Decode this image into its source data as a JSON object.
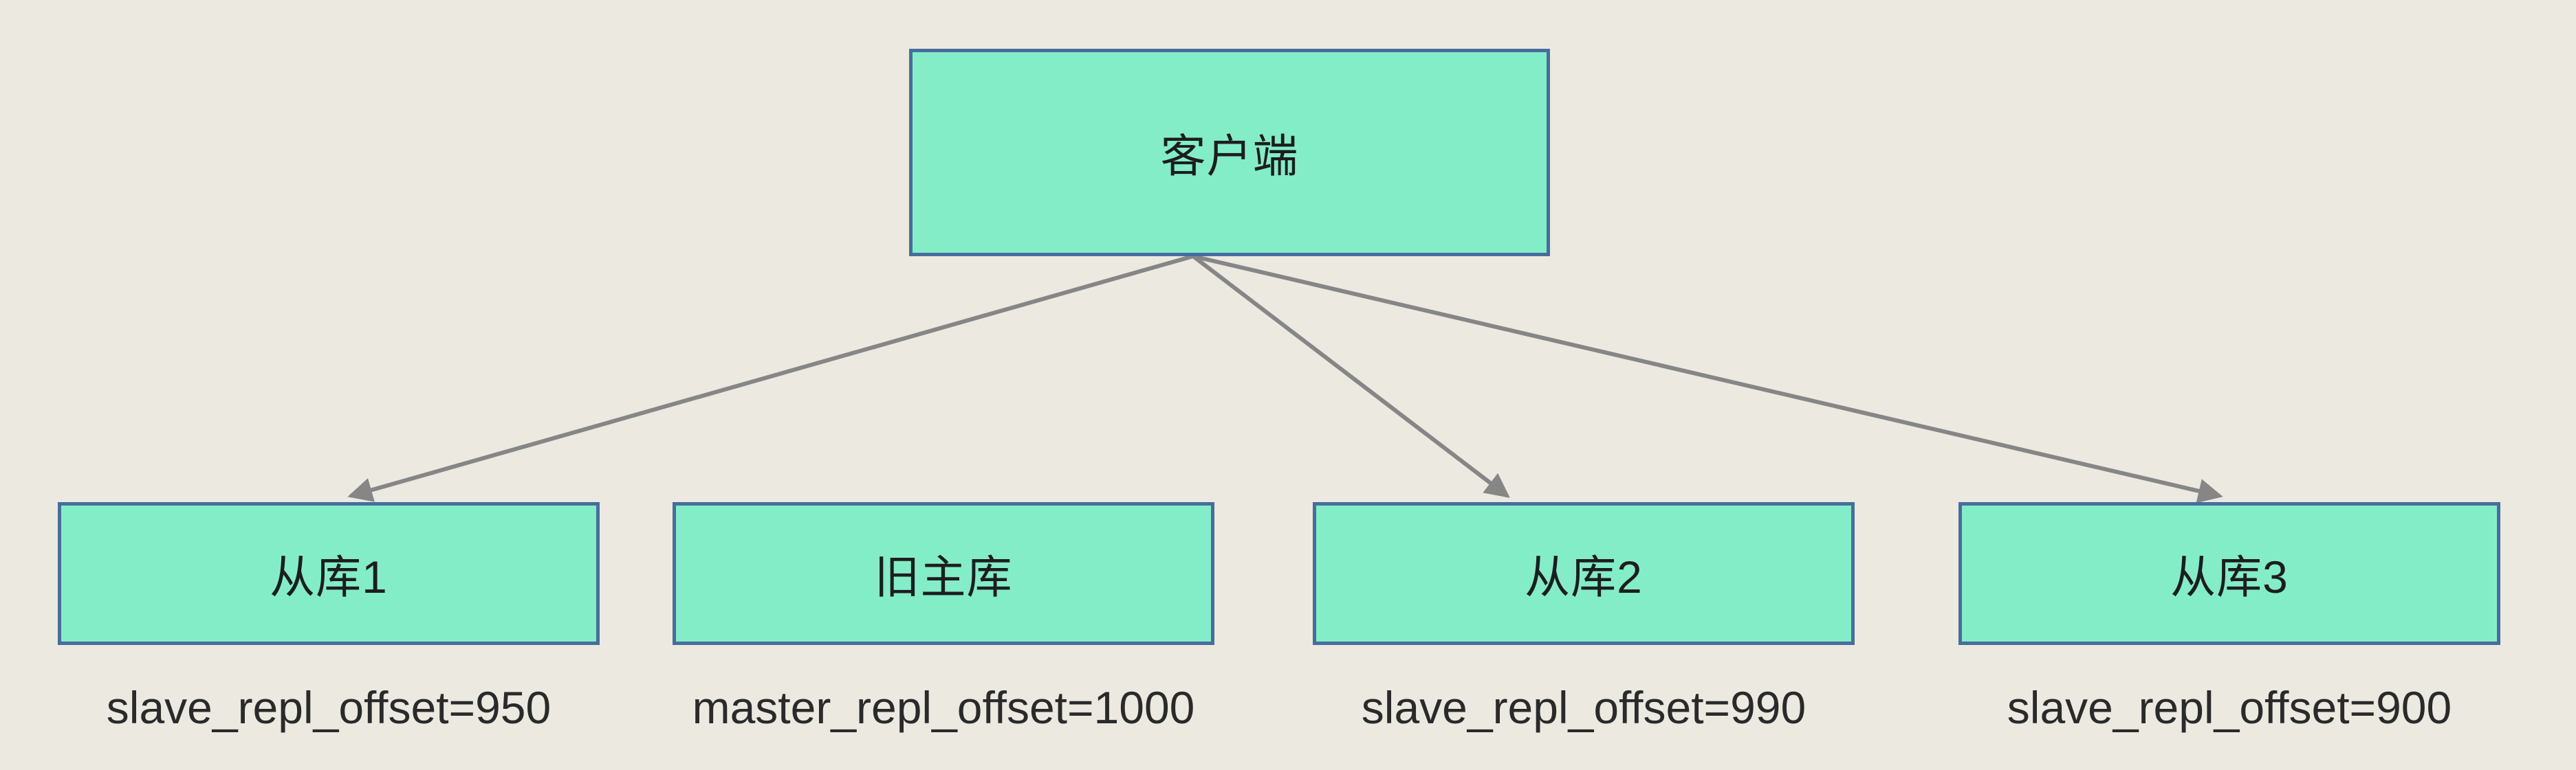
{
  "palette": {
    "bg": "#EBE9E0",
    "node-fill": "#83EDC8",
    "node-border": "#476D9C",
    "arrow": "#868686",
    "text": "#1D1D1F"
  },
  "diagram": {
    "client": {
      "label": "客户端"
    },
    "nodes": [
      {
        "id": "slave1",
        "label": "从库1",
        "sublabel": "slave_repl_offset=950"
      },
      {
        "id": "old-master",
        "label": "旧主库",
        "sublabel": "master_repl_offset=1000"
      },
      {
        "id": "slave2",
        "label": "从库2",
        "sublabel": "slave_repl_offset=990"
      },
      {
        "id": "slave3",
        "label": "从库3",
        "sublabel": "slave_repl_offset=900"
      }
    ],
    "connections": [
      {
        "from": "client",
        "to": "slave1"
      },
      {
        "from": "client",
        "to": "slave2"
      },
      {
        "from": "client",
        "to": "slave3"
      }
    ]
  }
}
